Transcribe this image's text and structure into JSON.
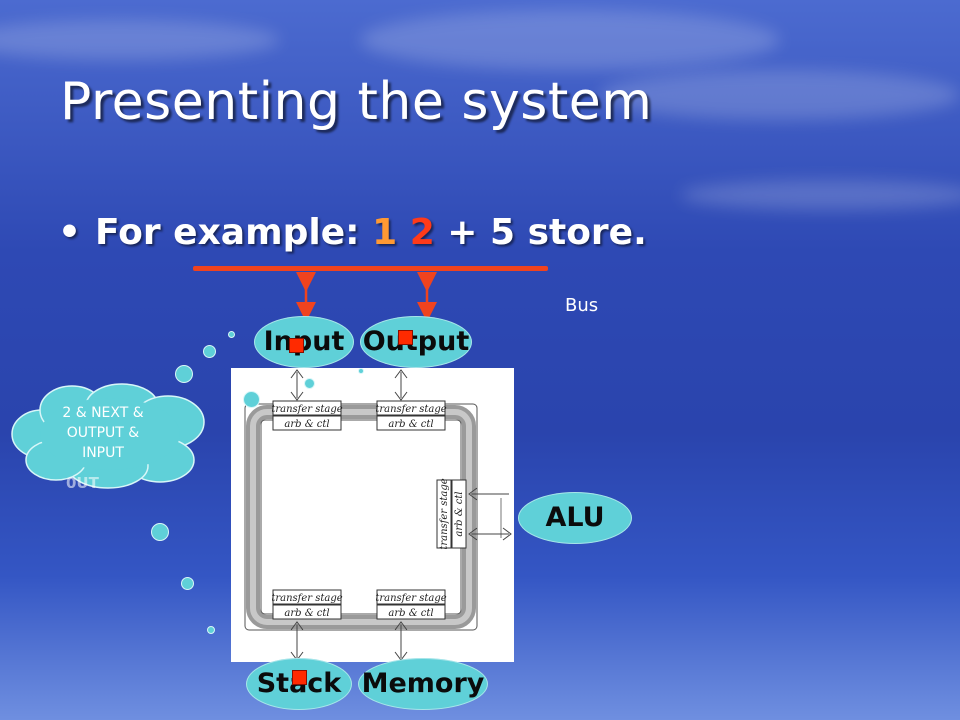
{
  "slide": {
    "title": "Presenting the system",
    "bullet": {
      "prefix": "For example: ",
      "tokens": [
        "1",
        " ",
        "2",
        " + 5 store."
      ]
    },
    "bus_label": "Bus",
    "units": {
      "input": "Input",
      "output": "Output",
      "alu": "ALU",
      "stack": "Stack",
      "memory": "Memory"
    },
    "diagram_labels": {
      "transfer_stage": "transfer stage",
      "arb_ctl": "arb & ctl"
    },
    "thought": {
      "lines": [
        "2 & NEXT &",
        "OUTPUT &",
        "INPUT"
      ],
      "ghost_text": "0UT"
    }
  },
  "colors": {
    "accent_red": "#f0431e",
    "unit_fill": "#5fd0d8",
    "highlight_orange": "#ff9933",
    "highlight_red": "#ff3a1a"
  }
}
